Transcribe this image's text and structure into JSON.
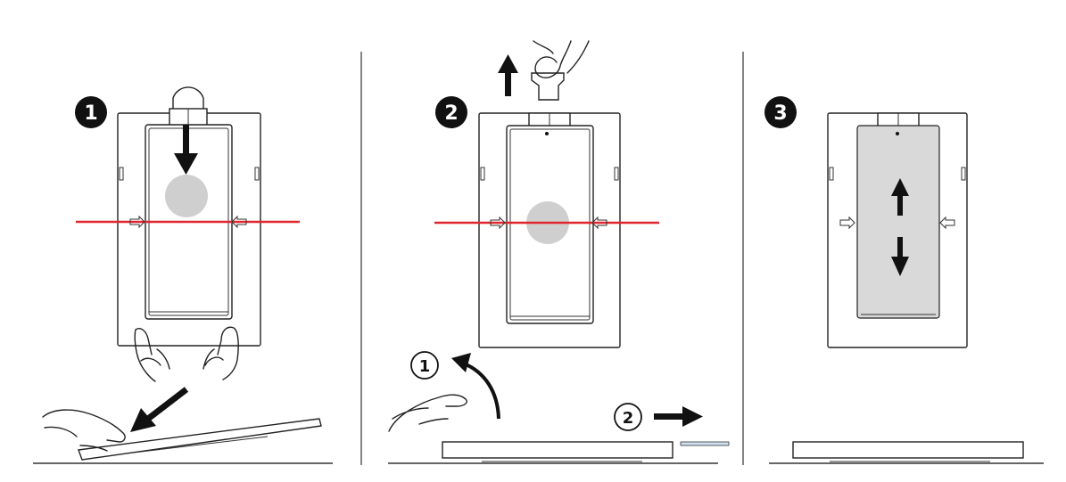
{
  "colors": {
    "target_line": "#e0262e",
    "alignment_disc": "#cfcfcf",
    "protector_fill": "#d9d9d9",
    "ink": "#111111"
  },
  "steps": [
    {
      "number": "1"
    },
    {
      "number": "2",
      "sub_steps": [
        "1",
        "2"
      ]
    },
    {
      "number": "3"
    }
  ]
}
